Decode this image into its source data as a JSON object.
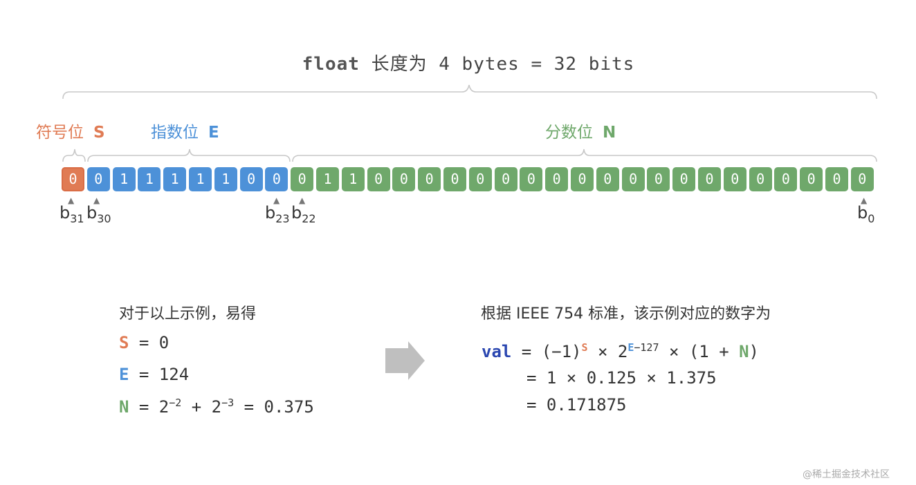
{
  "title": {
    "keyword": "float",
    "rest": " 长度为 4 bytes = 32 bits"
  },
  "sign_label": {
    "text": "符号位",
    "letter": "S"
  },
  "exponent_label": {
    "text": "指数位",
    "letter": "E"
  },
  "fraction_label": {
    "text": "分数位",
    "letter": "N"
  },
  "bits": [
    "0",
    "0",
    "1",
    "1",
    "1",
    "1",
    "1",
    "0",
    "0",
    "0",
    "1",
    "1",
    "0",
    "0",
    "0",
    "0",
    "0",
    "0",
    "0",
    "0",
    "0",
    "0",
    "0",
    "0",
    "0",
    "0",
    "0",
    "0",
    "0",
    "0",
    "0",
    "0"
  ],
  "bit_labels": {
    "b31": {
      "base": "b",
      "sub": "31"
    },
    "b30": {
      "base": "b",
      "sub": "30"
    },
    "b23": {
      "base": "b",
      "sub": "23"
    },
    "b22": {
      "base": "b",
      "sub": "22"
    },
    "b0": {
      "base": "b",
      "sub": "0"
    }
  },
  "left_block": {
    "heading": "对于以上示例，易得",
    "s_line": {
      "var": "S",
      "rest": " = 0"
    },
    "e_line": {
      "var": "E",
      "rest": " = 124"
    },
    "n_line": {
      "var": "N",
      "p1": " = 2",
      "exp1": "−2",
      "p2": " + 2",
      "exp2": "−3",
      "p3": " = 0.375"
    }
  },
  "right_block": {
    "heading": "根据 IEEE 754 标准，该示例对应的数字为",
    "val": "val",
    "line1": {
      "a": " = (−1)",
      "sup_s": "S",
      "b": " × 2",
      "sup_e": "E",
      "sup_rest": "−127",
      "c": " × (1 + ",
      "n": "N",
      "d": ")"
    },
    "line2": "= 1 × 0.125 × 1.375",
    "line3": "= 0.171875"
  },
  "watermark": "@稀土掘金技术社区",
  "colors": {
    "sign": "#e07b54",
    "exponent": "#4d91d8",
    "fraction": "#6fa86b",
    "val": "#2a46b0",
    "arrow": "#bbbbbb"
  }
}
